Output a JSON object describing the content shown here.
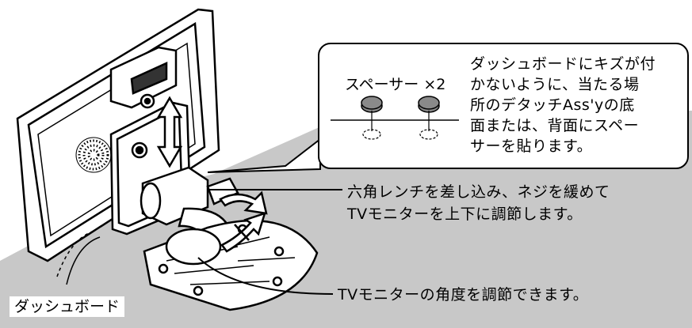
{
  "callout": {
    "spacer_label": "スペーサー ×2",
    "instruction_lines": [
      "ダッシュボードにキズが付",
      "かないように、当たる場",
      "所のデタッチAss'yの底",
      "面または、背面にスペー",
      "サーを貼ります。"
    ]
  },
  "annotations": {
    "hex_wrench_line1": "六角レンチを差し込み、ネジを緩めて",
    "hex_wrench_line2": "TVモニターを上下に調節します。",
    "angle_adjust": "TVモニターの角度を調節できます。"
  },
  "dashboard_label": "ダッシュボード",
  "colors": {
    "dashboard_gray": "#c8c8c8",
    "spacer_gray": "#8a8a8a",
    "line": "#000000"
  }
}
